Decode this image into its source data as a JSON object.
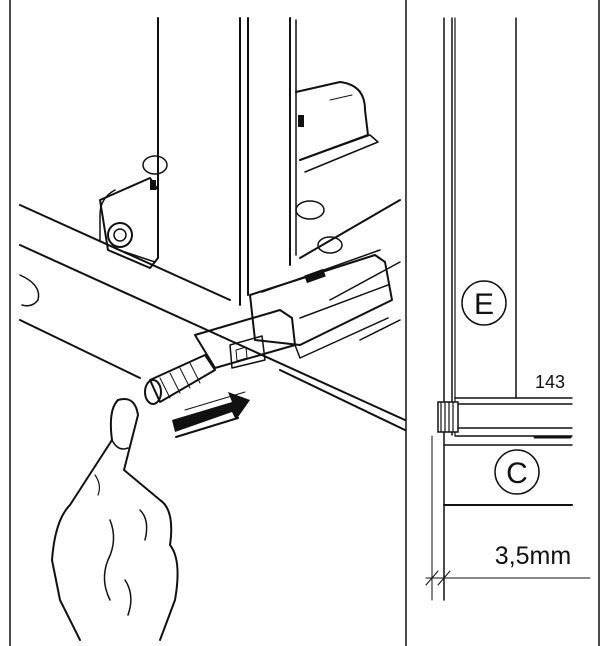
{
  "left_panel": {
    "description_icons": [
      "finger-icon",
      "push-arrow-icon",
      "push-latch-icon"
    ]
  },
  "right_panel": {
    "callout_e": "E",
    "callout_c": "C",
    "dimension_top": "143",
    "dimension_bottom": "3,5mm"
  }
}
